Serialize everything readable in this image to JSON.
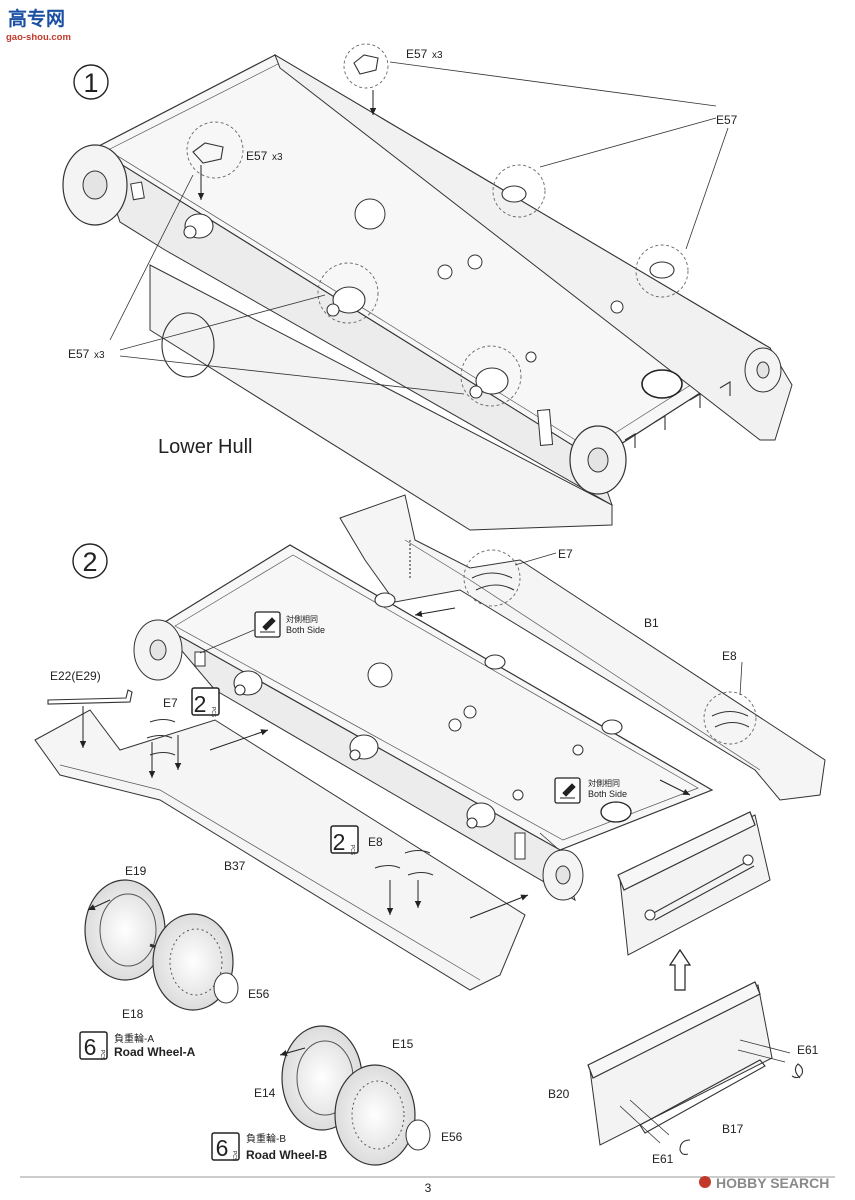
{
  "watermark": {
    "top": "高专网",
    "sub": "gao-shou.com"
  },
  "step1": {
    "number": "1",
    "caption": "Lower Hull",
    "parts": {
      "e57_x3_a": "E57",
      "e57_x3_b": "E57",
      "e57_x3_c": "E57",
      "e57": "E57",
      "count": "x3"
    }
  },
  "step2": {
    "number": "2",
    "parts": {
      "e7_top": "E7",
      "e7_left": "E7",
      "b1": "B1",
      "e8_right": "E8",
      "e8_mid": "E8",
      "e22": "E22(E29)",
      "b37": "B37"
    },
    "both_side_1": {
      "cjk": "対側相同",
      "en": "Both Side"
    },
    "both_side_2": {
      "cjk": "対側相同",
      "en": "Both Side"
    },
    "pcs_2a": {
      "qty": "2",
      "unit": "PCS"
    },
    "pcs_2b": {
      "qty": "2",
      "unit": "PCS"
    }
  },
  "wheel_a": {
    "parts": {
      "e19": "E19",
      "e18": "E18",
      "e56": "E56"
    },
    "qty": "6",
    "unit": "PCS",
    "cjk": "負重輪-A",
    "name": "Road Wheel-A"
  },
  "wheel_b": {
    "parts": {
      "e15": "E15",
      "e14": "E14",
      "e56": "E56"
    },
    "qty": "6",
    "unit": "PCS",
    "cjk": "負重輪-B",
    "name": "Road Wheel-B"
  },
  "rear_plate": {
    "parts": {
      "e61_top": "E61",
      "e61_bottom": "E61",
      "b20": "B20",
      "b17": "B17"
    }
  },
  "page_number": "3",
  "brand": "HOBBY SEARCH"
}
